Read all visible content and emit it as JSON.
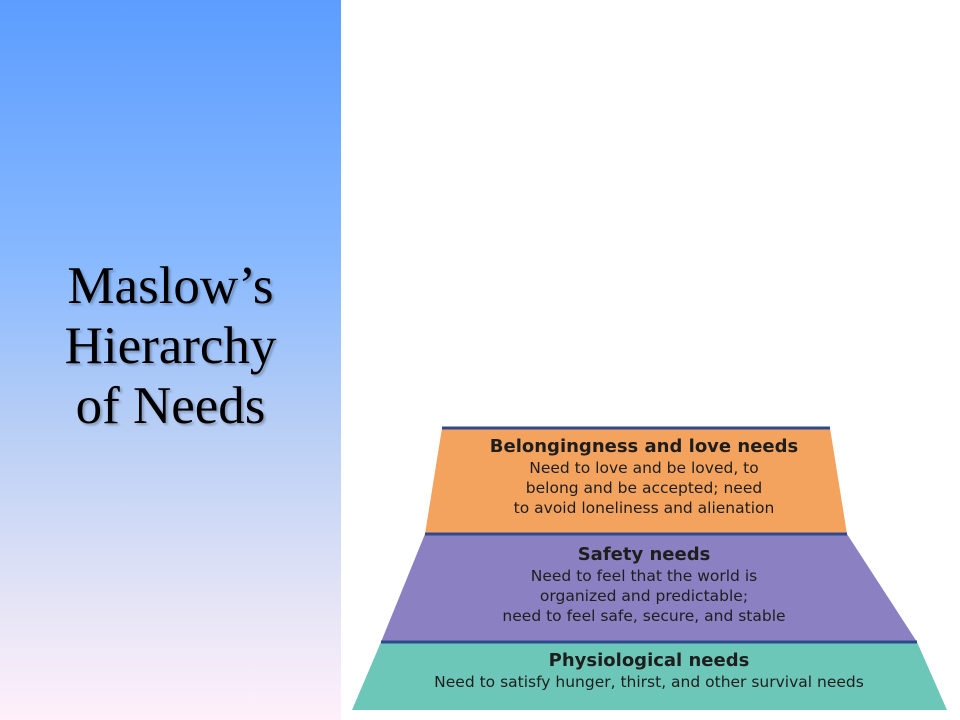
{
  "slide": {
    "title_lines": [
      "Maslow’s",
      "Hierarchy",
      "of Needs"
    ]
  },
  "colors": {
    "left_panel_top": "#5c9dff",
    "left_panel_bottom": "#fff0fb",
    "belonging_fill": "#f4a35e",
    "safety_fill": "#8b80c2",
    "physiological_fill": "#6dc7b8",
    "divider": "#2e4a8c"
  },
  "pyramid": {
    "tiers": [
      {
        "title": "Belongingness and love needs",
        "lines": [
          "Need to love and be loved, to",
          "belong and be accepted; need",
          "to avoid loneliness and alienation"
        ]
      },
      {
        "title": "Safety needs",
        "lines": [
          "Need to feel that the world is",
          "organized and predictable;",
          "need to feel safe, secure, and stable"
        ]
      },
      {
        "title": "Physiological needs",
        "lines": [
          "Need to satisfy hunger, thirst, and other survival needs"
        ]
      }
    ]
  }
}
